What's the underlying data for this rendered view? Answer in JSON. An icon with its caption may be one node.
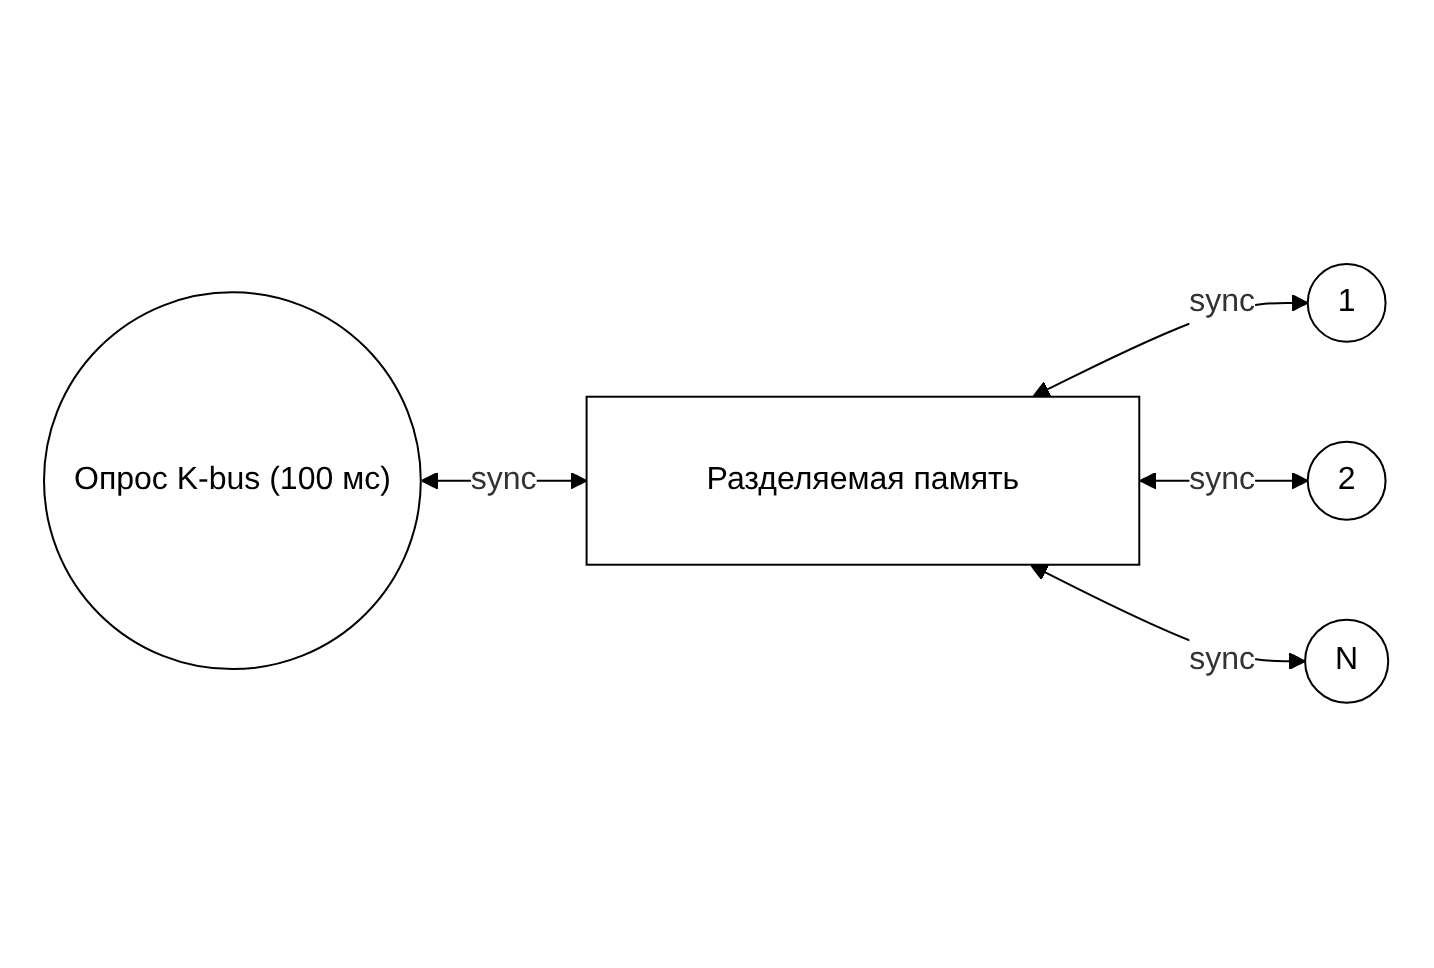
{
  "diagram": {
    "nodes": [
      {
        "text": [
          "Опрос K-bus (100 мс)"
        ]
      },
      {
        "text": [
          "Разделяемая память"
        ]
      },
      {
        "text": [
          "1"
        ]
      },
      {
        "text": [
          "2"
        ]
      },
      {
        "text": [
          "N"
        ]
      }
    ],
    "edges": [
      {
        "from": 0,
        "to": 1,
        "arrow": "both",
        "label": "sync"
      },
      {
        "from": 1,
        "to": 2,
        "arrow": "both",
        "label": "sync"
      },
      {
        "from": 1,
        "to": 3,
        "arrow": "both",
        "label": "sync"
      },
      {
        "from": 1,
        "to": 4,
        "arrow": "both",
        "label": "sync"
      }
    ]
  }
}
